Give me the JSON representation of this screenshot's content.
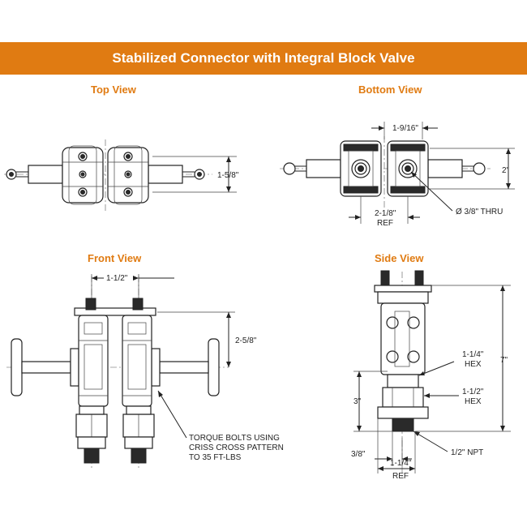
{
  "colors": {
    "accent": "#e07b12",
    "line": "#222222"
  },
  "header": {
    "title": "Stabilized Connector with Integral Block Valve"
  },
  "views": {
    "top": {
      "title": "Top View",
      "dim_height": "1-5/8\""
    },
    "bottom": {
      "title": "Bottom View",
      "dim_width": "1-9/16\"",
      "dim_height": "2\"",
      "dim_ref_line1": "2-1/8\"",
      "dim_ref_line2": "REF",
      "thru_hole": "Ø 3/8\" THRU"
    },
    "front": {
      "title": "Front View",
      "dim_width": "1-1/2\"",
      "dim_height": "2-5/8\"",
      "note_line1": "TORQUE BOLTS USING",
      "note_line2": "CRISS CROSS PATTERN",
      "note_line3": "TO 35 FT-LBS"
    },
    "side": {
      "title": "Side View",
      "dim_total": "7\"",
      "hex1_line1": "1-1/4\"",
      "hex1_line2": "HEX",
      "hex2_line1": "1-1/2\"",
      "hex2_line2": "HEX",
      "dim_height": "3\"",
      "npt": "1/2\" NPT",
      "dim_offset": "3/8\"",
      "ref_line1": "1-1/4\"",
      "ref_line2": "REF"
    }
  }
}
